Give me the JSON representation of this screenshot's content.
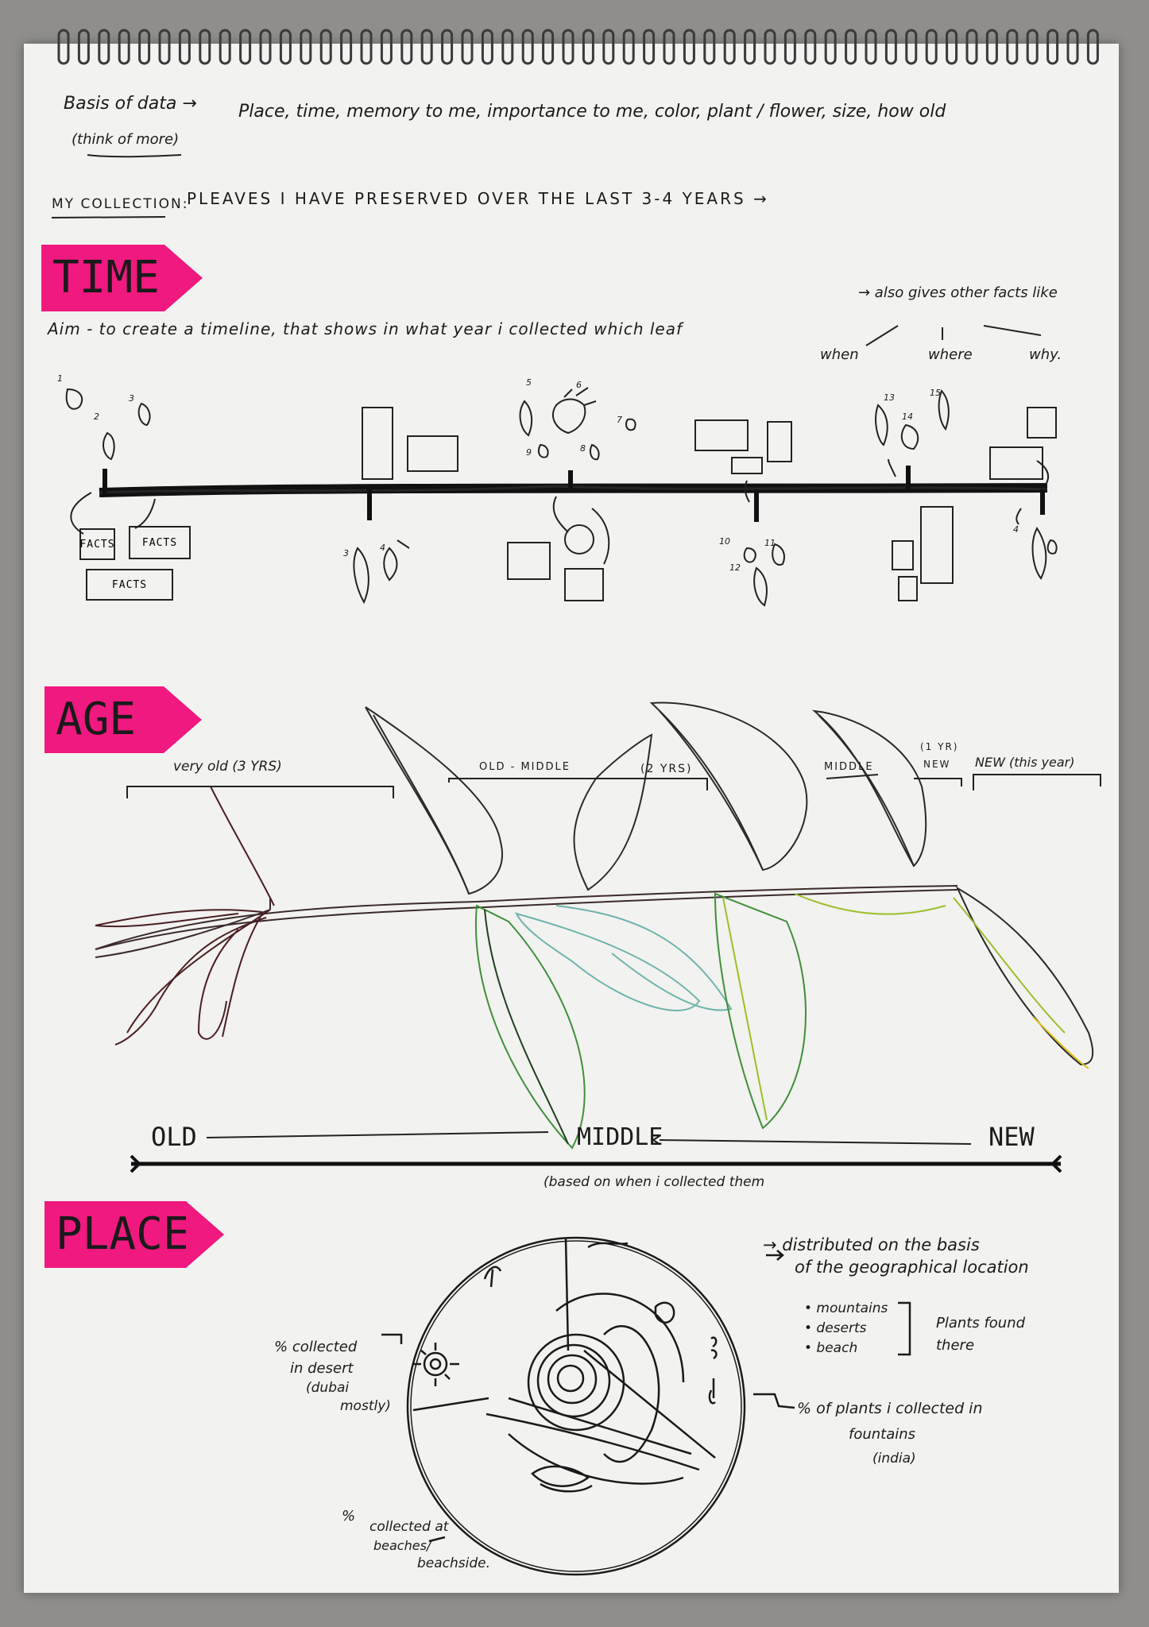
{
  "header": {
    "basis_label": "Basis of data →",
    "basis_items": "Place, time, memory to me, importance to me, color, plant / flower, size, how old",
    "think_more": "(think of more)"
  },
  "collection": {
    "label": "MY COLLECTION:",
    "text": "PLEAVES I HAVE PRESERVED OVER THE LAST 3-4 YEARS →"
  },
  "time": {
    "tag": "TIME",
    "aim": "Aim - to create a timeline, that shows in what year i collected which leaf",
    "arrow_note": "→ also gives other facts like",
    "branches": [
      "when",
      "where",
      "why."
    ],
    "facts_labels": [
      "FACTS",
      "FACTS",
      "FACTS"
    ],
    "leaf_numbers": [
      "1",
      "2",
      "3",
      "3",
      "4",
      "5",
      "6",
      "7",
      "8",
      "9",
      "10",
      "11",
      "12",
      "13",
      "14",
      "15",
      "4"
    ]
  },
  "age": {
    "tag": "AGE",
    "brackets": [
      "very old (3 YRS)",
      "OLD - MIDDLE",
      "(2 YRS)",
      "MIDDLE",
      "(1 YR)",
      "NEW",
      "NEW (this year)"
    ],
    "scale_old": "OLD",
    "scale_middle": "MIDDLE",
    "scale_new": "NEW",
    "scale_note": "(based on when i collected them"
  },
  "place": {
    "tag": "PLACE",
    "desc_line1": "→ distributed on the basis",
    "desc_line2": "of the geographical location",
    "list": [
      "• mountains",
      "• deserts",
      "• beach"
    ],
    "list_note_line1": "Plants found",
    "list_note_line2": "there",
    "left_note": [
      "% collected",
      "in desert",
      "(dubai",
      "mostly)"
    ],
    "right_note": [
      "% of plants i collected in",
      "fountains",
      "(india)"
    ],
    "bottom_note": [
      "%",
      "collected at",
      "beaches/",
      "beachside."
    ]
  },
  "colors": {
    "paper": "#f2f2f0",
    "tag": "#f0197f",
    "ink": "#1b1b1b",
    "leaf_green": "#3f8f3a",
    "leaf_lime": "#9bbf2a",
    "leaf_teal": "#6fb3ac"
  }
}
